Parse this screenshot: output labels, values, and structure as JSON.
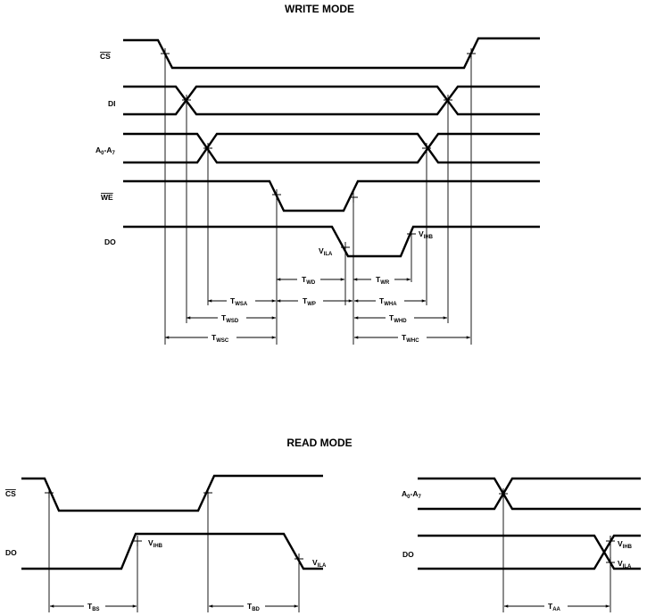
{
  "titles": {
    "write": "WRITE MODE",
    "read": "READ MODE"
  },
  "write_signals": {
    "cs": "CS",
    "di": "DI",
    "a_main": "A",
    "a_sub0": "0",
    "a_dash": "-A",
    "a_sub7": "7",
    "we": "WE",
    "do": "DO"
  },
  "write_levels": {
    "vila_main": "V",
    "vila_sub": "ILA",
    "vihb_main": "V",
    "vihb_sub": "IHB"
  },
  "write_timing": {
    "t": "T",
    "twd": "WD",
    "twr": "WR",
    "twsa": "WSA",
    "twp": "WP",
    "twha": "WHA",
    "twsd": "WSD",
    "twhd": "WHD",
    "twsc": "WSC",
    "twhc": "WHC"
  },
  "read_signals": {
    "cs": "CS",
    "do_left": "DO",
    "a_main": "A",
    "a_sub0": "0",
    "a_dash": "-A",
    "a_sub7": "7",
    "do_right": "DO"
  },
  "read_levels": {
    "v": "V",
    "ihb": "IHB",
    "ila": "ILA"
  },
  "read_timing": {
    "t": "T",
    "tbs": "BS",
    "tbd": "BD",
    "taa": "AA"
  }
}
